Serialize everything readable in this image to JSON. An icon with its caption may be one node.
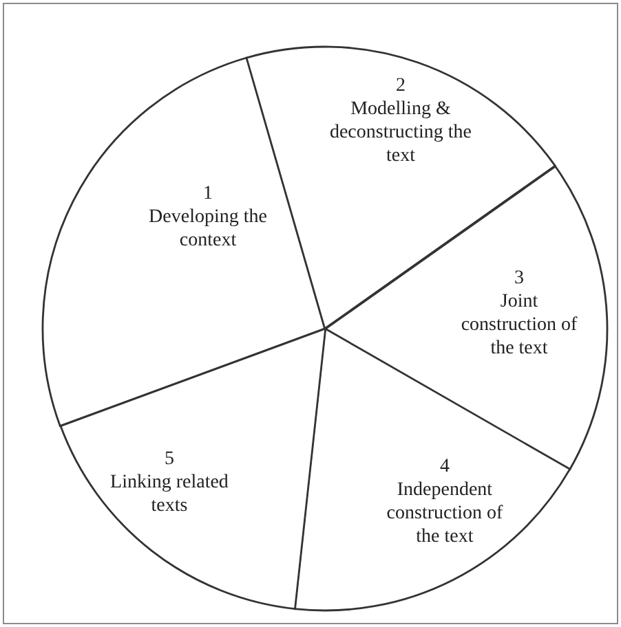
{
  "diagram": {
    "nodes": [
      {
        "text": [
          "1",
          "Developing the context"
        ]
      },
      {
        "text": [
          "2",
          "Modelling & deconstructing the text"
        ]
      },
      {
        "text": [
          "3",
          "Joint construction of the text"
        ]
      },
      {
        "text": [
          "4",
          "Independent construction of the text"
        ]
      },
      {
        "text": [
          "5",
          "Linking related texts"
        ]
      }
    ]
  }
}
